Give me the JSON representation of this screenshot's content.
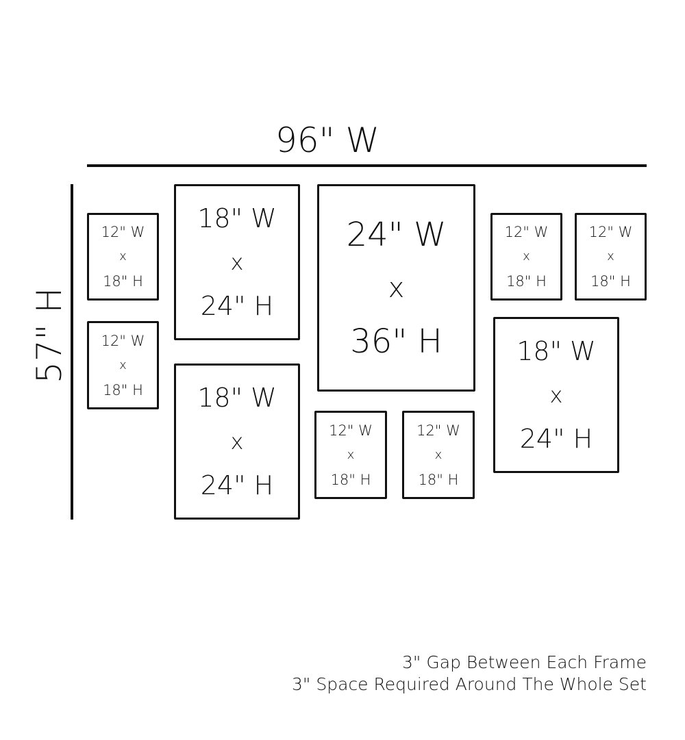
{
  "width_label": "96\" W",
  "height_label": "57\" H",
  "frames": [
    {
      "w": "12\" W",
      "x": "x",
      "h": "18\" H"
    },
    {
      "w": "12\" W",
      "x": "x",
      "h": "18\" H"
    },
    {
      "w": "18\" W",
      "x": "x",
      "h": "24\" H"
    },
    {
      "w": "18\" W",
      "x": "x",
      "h": "24\" H"
    },
    {
      "w": "24\" W",
      "x": "x",
      "h": "36\" H"
    },
    {
      "w": "12\" W",
      "x": "x",
      "h": "18\" H"
    },
    {
      "w": "12\" W",
      "x": "x",
      "h": "18\" H"
    },
    {
      "w": "12\" W",
      "x": "x",
      "h": "18\" H"
    },
    {
      "w": "12\" W",
      "x": "x",
      "h": "18\" H"
    },
    {
      "w": "18\" W",
      "x": "x",
      "h": "24\" H"
    }
  ],
  "notes": [
    "3\" Gap Between Each Frame",
    "3\" Space Required Around The Whole Set"
  ]
}
